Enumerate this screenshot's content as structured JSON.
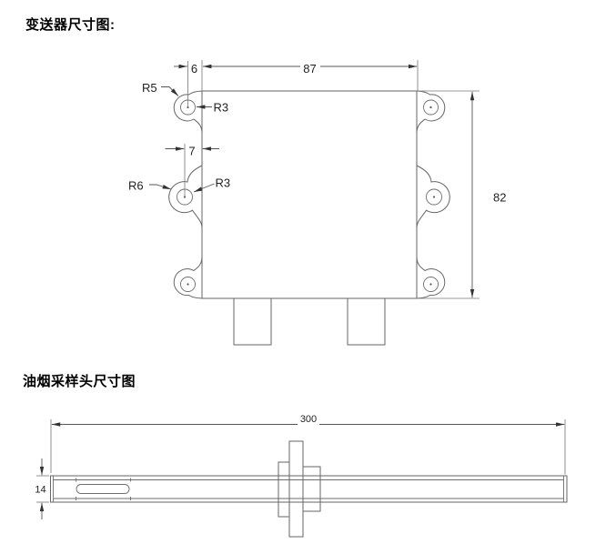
{
  "transmitter": {
    "title": "变送器尺寸图:",
    "dimensions": {
      "hole_offset_top": "6",
      "body_width": "87",
      "hole_offset_middle": "7",
      "body_height": "82"
    },
    "radii": {
      "top_lug_radius": "R5",
      "top_hole_radius": "R3",
      "middle_lug_radius": "R6",
      "middle_hole_radius": "R3"
    }
  },
  "probe": {
    "title": "油烟采样头尺寸图",
    "dimensions": {
      "length": "300",
      "height": "14"
    }
  },
  "colors": {
    "background": "#ffffff",
    "line": "#666666",
    "dimension_line": "#555555",
    "text": "#1f1f1f"
  }
}
